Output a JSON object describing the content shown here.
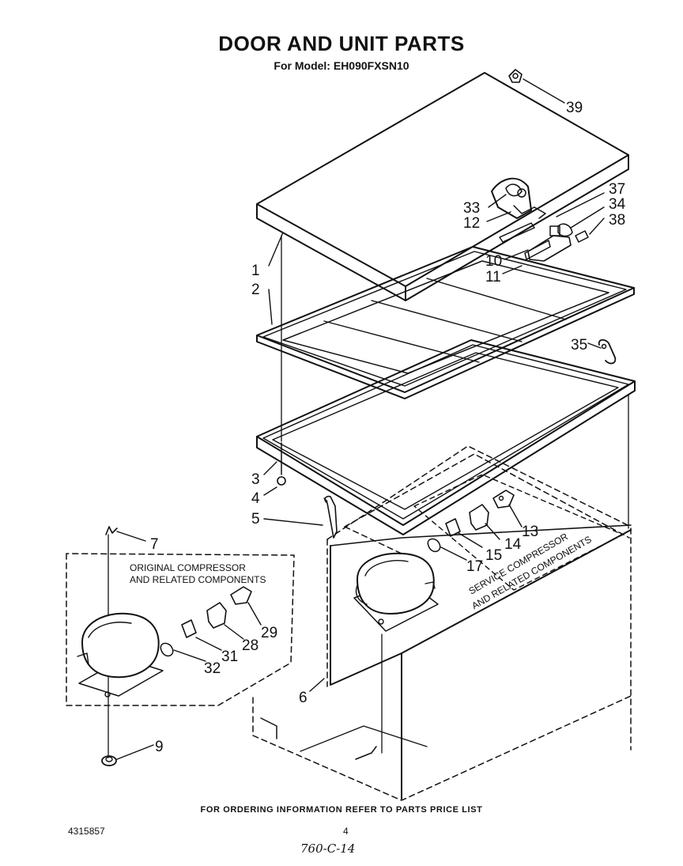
{
  "title": "DOOR AND UNIT PARTS",
  "model_line": "For Model: EH090FXSN10",
  "callouts": {
    "c1": "1",
    "c2": "2",
    "c3": "3",
    "c4": "4",
    "c5": "5",
    "c6": "6",
    "c7": "7",
    "c9": "9",
    "c10": "10",
    "c11": "11",
    "c12": "12",
    "c13": "13",
    "c14": "14",
    "c15": "15",
    "c17": "17",
    "c28": "28",
    "c29": "29",
    "c31": "31",
    "c32": "32",
    "c33": "33",
    "c34": "34",
    "c35": "35",
    "c37": "37",
    "c38": "38",
    "c39": "39"
  },
  "original_box": {
    "line1": "ORIGINAL COMPRESSOR",
    "line2": "AND RELATED COMPONENTS"
  },
  "service_box": {
    "line1": "SERVICE COMPRESSOR",
    "line2": "AND RELATED COMPONENTS"
  },
  "footer": "FOR ORDERING INFORMATION REFER TO PARTS PRICE LIST",
  "doc_number": "4315857",
  "page_number": "4",
  "handwritten_note": "760-C-14"
}
